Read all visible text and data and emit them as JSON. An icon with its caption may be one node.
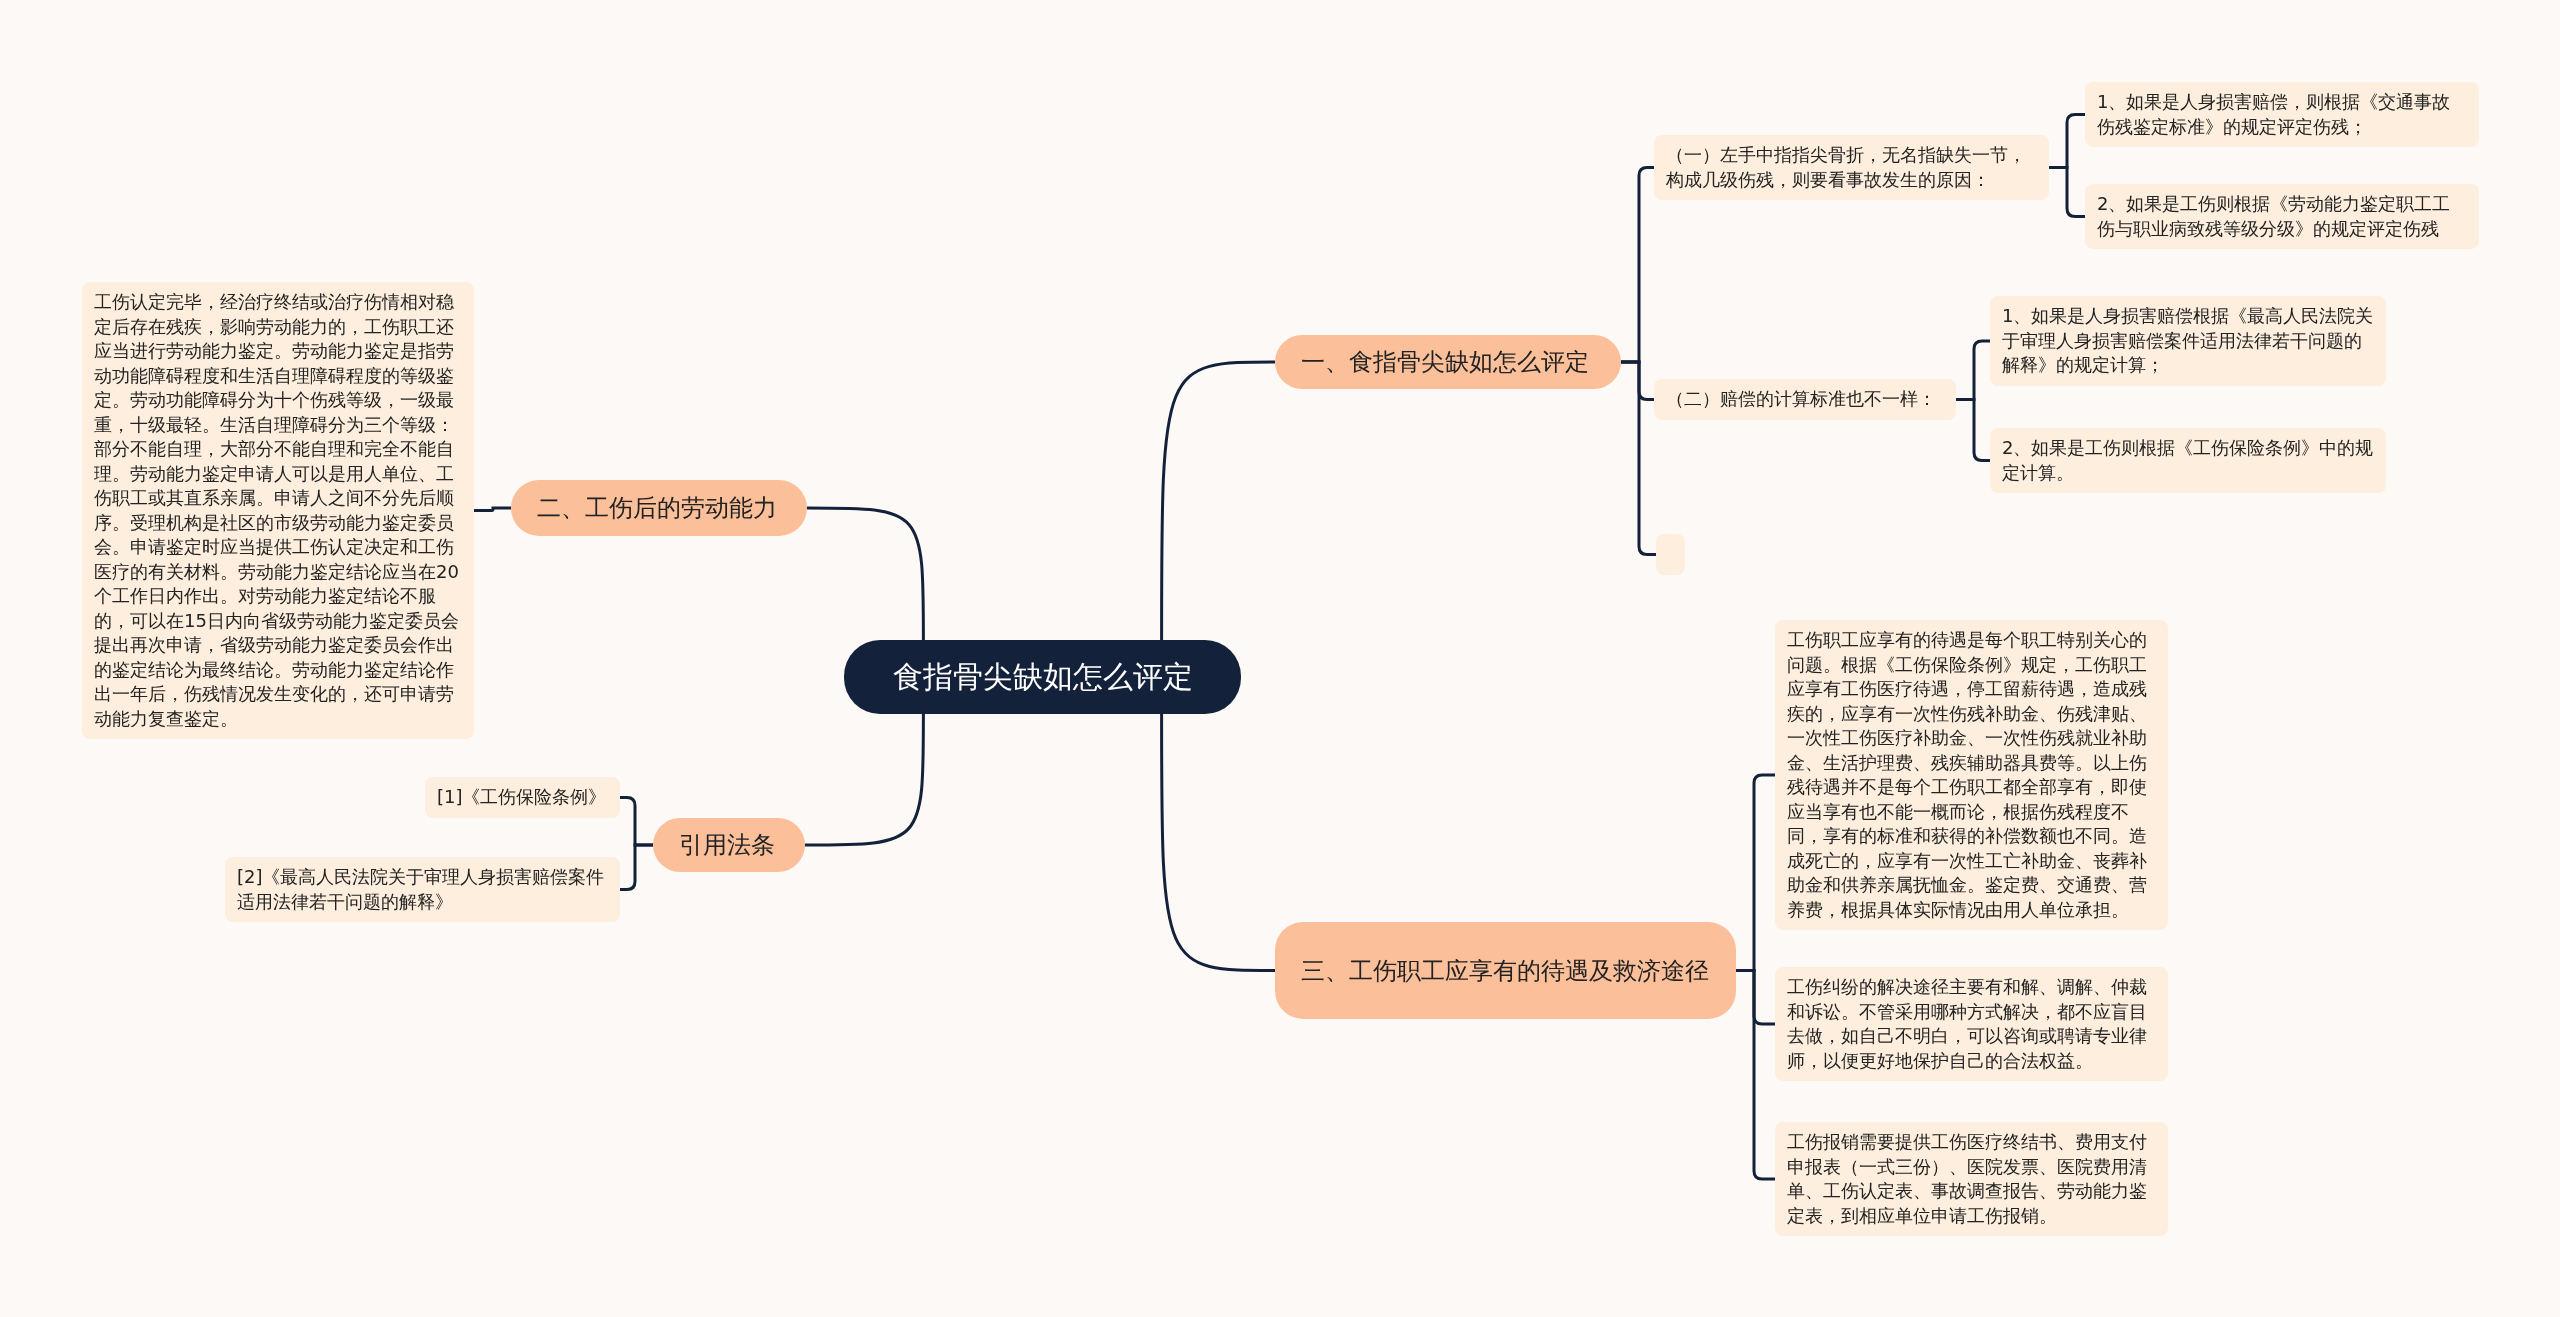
{
  "diagram": {
    "nodes": [
      {
        "text": [
          "食指骨尖缺如怎么评定"
        ]
      },
      {
        "text": [
          "一、食指骨尖缺如怎么评定"
        ]
      },
      {
        "text": [
          "（一）左手中指指尖骨折，无名指缺失一节，构成几级伤残，则要看事故发生的原因："
        ]
      },
      {
        "text": [
          "1、如果是人身损害赔偿，则根据《交通事故伤残鉴定标准》的规定评定伤残；"
        ]
      },
      {
        "text": [
          "2、如果是工伤则根据《劳动能力鉴定职工工伤与职业病致残等级分级》的规定评定伤残"
        ]
      },
      {
        "text": [
          "（二）赔偿的计算标准也不一样："
        ]
      },
      {
        "text": [
          "1、如果是人身损害赔偿根据《最高人民法院关于审理人身损害赔偿案件适用法律若干问题的解释》的规定计算；"
        ]
      },
      {
        "text": [
          "2、如果是工伤则根据《工伤保险条例》中的规定计算。"
        ]
      },
      {
        "text": [],
        "shape": "box"
      },
      {
        "text": [
          "二、工伤后的劳动能力"
        ]
      },
      {
        "text": [
          "工伤认定完毕，经治疗终结或治疗伤情相对稳定后存在残疾，影响劳动能力的，工伤职工还应当进行劳动能力鉴定。劳动能力鉴定是指劳动功能障碍程度和生活自理障碍程度的等级鉴定。劳动功能障碍分为十个伤残等级，一级最重，十级最轻。生活自理障碍分为三个等级：部分不能自理，大部分不能自理和完全不能自理。劳动能力鉴定申请人可以是用人单位、工伤职工或其直系亲属。申请人之间不分先后顺序。受理机构是社区的市级劳动能力鉴定委员会。申请鉴定时应当提供工伤认定决定和工伤医疗的有关材料。劳动能力鉴定结论应当在20个工作日内作出。对劳动能力鉴定结论不服的，可以在15日内向省级劳动能力鉴定委员会提出再次申请，省级劳动能力鉴定委员会作出的鉴定结论为最终结论。劳动能力鉴定结论作出一年后，伤残情况发生变化的，还可申请劳动能力复查鉴定。"
        ]
      },
      {
        "text": [
          "引用法条"
        ]
      },
      {
        "text": [
          "[1]《工伤保险条例》"
        ]
      },
      {
        "text": [
          "[2]《最高人民法院关于审理人身损害赔偿案件适用法律若干问题的解释》"
        ]
      },
      {
        "text": [
          "三、工伤职工应享有的待遇及救济途径"
        ]
      },
      {
        "text": [
          "工伤职工应享有的待遇是每个职工特别关心的问题。根据《工伤保险条例》规定，工伤职工应享有工伤医疗待遇，停工留薪待遇，造成残疾的，应享有一次性伤残补助金、伤残津贴、一次性工伤医疗补助金、一次性伤残就业补助金、生活护理费、残疾辅助器具费等。以上伤残待遇并不是每个工伤职工都全部享有，即使应当享有也不能一概而论，根据伤残程度不同，享有的标准和获得的补偿数额也不同。造成死亡的，应享有一次性工亡补助金、丧葬补助金和供养亲属抚恤金。鉴定费、交通费、营养费，根据具体实际情况由用人单位承担。"
        ]
      },
      {
        "text": [
          "工伤纠纷的解决途径主要有和解、调解、仲裁和诉讼。不管采用哪种方式解决，都不应盲目去做，如自己不明白，可以咨询或聘请专业律师，以便更好地保护自己的合法权益。"
        ]
      },
      {
        "text": [
          "工伤报销需要提供工伤医疗终结书、费用支付申报表（一式三份）、医院发票、医院费用清单、工伤认定表、事故调查报告、劳动能力鉴定表，到相应单位申请工伤报销。"
        ]
      }
    ],
    "edges": [
      {
        "from": 0,
        "to": 1,
        "arrow": "none"
      },
      {
        "from": 0,
        "to": 9,
        "arrow": "none"
      },
      {
        "from": 0,
        "to": 11,
        "arrow": "none"
      },
      {
        "from": 0,
        "to": 14,
        "arrow": "none"
      },
      {
        "from": 1,
        "to": 2,
        "arrow": "none"
      },
      {
        "from": 1,
        "to": 5,
        "arrow": "none"
      },
      {
        "from": 1,
        "to": 8,
        "arrow": "none"
      },
      {
        "from": 2,
        "to": 3,
        "arrow": "none"
      },
      {
        "from": 2,
        "to": 4,
        "arrow": "none"
      },
      {
        "from": 5,
        "to": 6,
        "arrow": "none"
      },
      {
        "from": 5,
        "to": 7,
        "arrow": "none"
      },
      {
        "from": 9,
        "to": 10,
        "arrow": "none"
      },
      {
        "from": 11,
        "to": 12,
        "arrow": "none"
      },
      {
        "from": 11,
        "to": 13,
        "arrow": "none"
      },
      {
        "from": 14,
        "to": 15,
        "arrow": "none"
      },
      {
        "from": 14,
        "to": 16,
        "arrow": "none"
      },
      {
        "from": 14,
        "to": 17,
        "arrow": "none"
      }
    ]
  }
}
